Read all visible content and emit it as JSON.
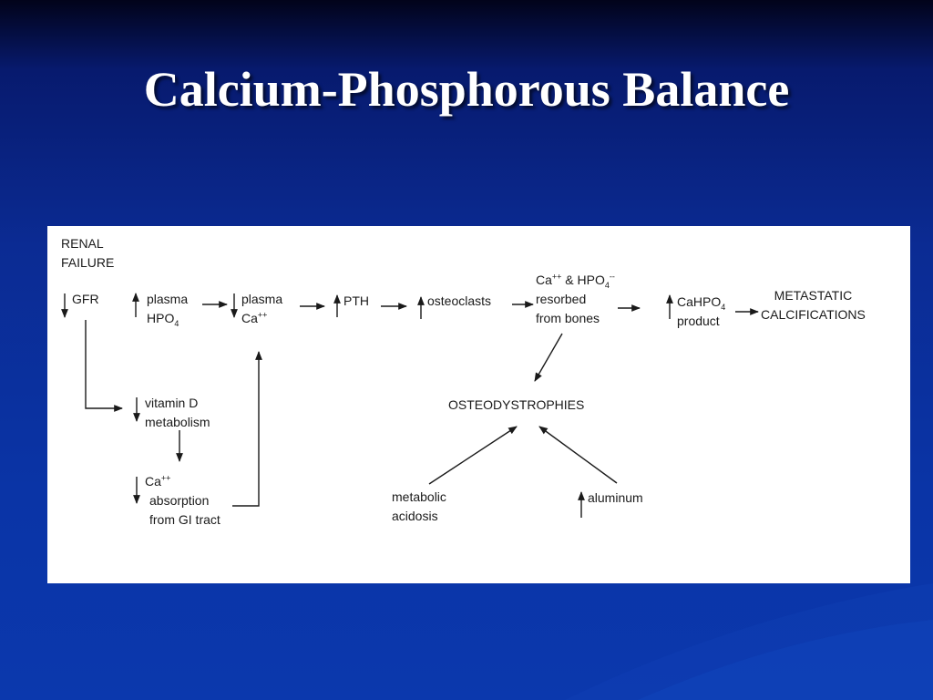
{
  "slide": {
    "title": "Calcium-Phosphorous Balance"
  },
  "diagram": {
    "nodes": {
      "renal_failure": [
        "RENAL",
        "FAILURE"
      ],
      "gfr": "GFR",
      "plasma_hpo4": [
        "plasma",
        "HPO"
      ],
      "plasma_ca": [
        "plasma",
        "Ca"
      ],
      "pth": "PTH",
      "osteoclasts": "osteoclasts",
      "ca_hpo4_resorbed": [
        "Ca",
        " & HPO",
        "resorbed",
        "from bones"
      ],
      "cahpo4_product": [
        "CaHPO",
        "product"
      ],
      "metastatic": [
        "METASTATIC",
        "CALCIFICATIONS"
      ],
      "vitamin_d": [
        "vitamin D",
        "metabolism"
      ],
      "ca_absorption": [
        "Ca",
        "absorption",
        "from GI tract"
      ],
      "osteodystrophies": "OSTEODYSTROPHIES",
      "metabolic_acidosis": [
        "metabolic",
        "acidosis"
      ],
      "aluminum": "aluminum"
    },
    "subscript_4": "4",
    "superscript_plus": "++",
    "superscript_minus": "--",
    "colors": {
      "background": "#0b2b93",
      "panel": "#ffffff",
      "ink": "#1a1a1a"
    }
  }
}
